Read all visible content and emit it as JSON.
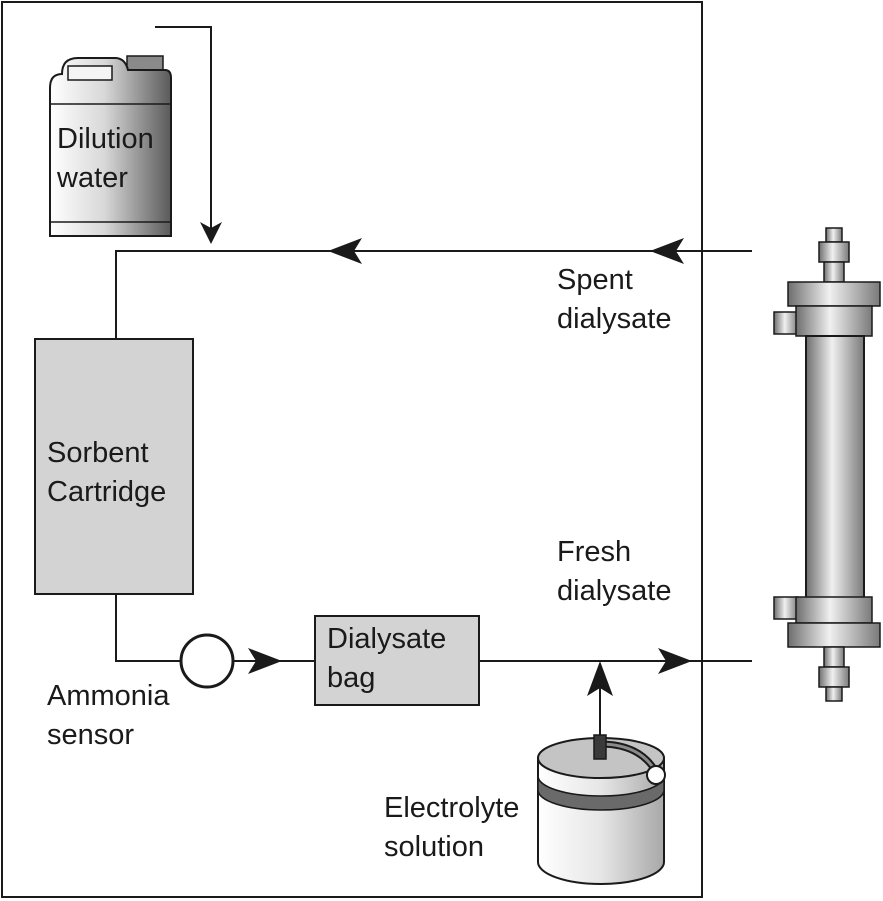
{
  "labels": {
    "dilution_water": "Dilution\nwater",
    "spent_dialysate": "Spent\ndialysate",
    "sorbent_cartridge": "Sorbent\nCartridge",
    "fresh_dialysate": "Fresh\ndialysate",
    "dialysate_bag": "Dialysate\nbag",
    "ammonia_sensor": "Ammonia\nsensor",
    "electrolyte_solution": "Electrolyte\nsolution"
  },
  "colors": {
    "line": "#1a1a1a",
    "box_fill": "#d3d3d3",
    "metal_light": "#f0f0f0",
    "metal_dark": "#6e6e6e"
  }
}
